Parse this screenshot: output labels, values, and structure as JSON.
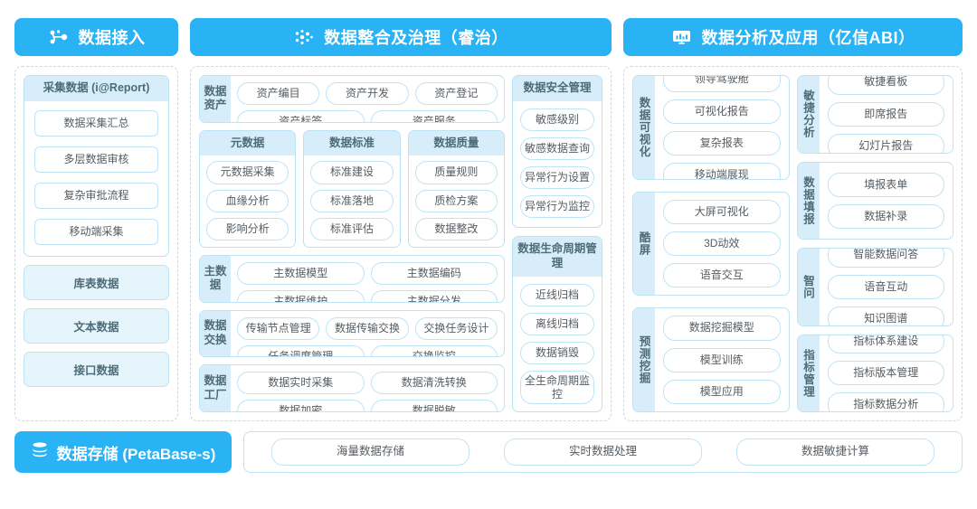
{
  "headers": [
    {
      "icon": "nodes-network-icon",
      "title": "数据接入"
    },
    {
      "icon": "data-particles-icon",
      "title": "数据整合及治理（睿治）"
    },
    {
      "icon": "monitor-chart-icon",
      "title": "数据分析及应用（亿信ABI）"
    }
  ],
  "col1": {
    "collect_card": {
      "title": "采集数据 (i@Report)",
      "items": [
        "数据采集汇总",
        "多层数据审核",
        "复杂审批流程",
        "移动端采集"
      ]
    },
    "sources": [
      "库表数据",
      "文本数据",
      "接口数据"
    ]
  },
  "col2": {
    "groups": [
      {
        "label": "数据资产",
        "rows": [
          [
            "资产编目",
            "资产开发",
            "资产登记"
          ],
          [
            "资产标签",
            "资产服务"
          ]
        ]
      },
      {
        "label": "主数据",
        "rows": [
          [
            "主数据模型",
            "主数据编码"
          ],
          [
            "主数据维护",
            "主数据分发"
          ]
        ]
      },
      {
        "label": "数据交换",
        "rows": [
          [
            "传输节点管理",
            "数据传输交换",
            "交换任务设计"
          ],
          [
            "任务调度管理",
            "交换监控"
          ]
        ]
      },
      {
        "label": "数据工厂",
        "rows": [
          [
            "数据实时采集",
            "数据清洗转换"
          ],
          [
            "数据加密",
            "数据脱敏"
          ]
        ]
      }
    ],
    "triple": [
      {
        "title": "元数据",
        "items": [
          "元数据采集",
          "血缘分析",
          "影响分析"
        ]
      },
      {
        "title": "数据标准",
        "items": [
          "标准建设",
          "标准落地",
          "标准评估"
        ]
      },
      {
        "title": "数据质量",
        "items": [
          "质量规则",
          "质检方案",
          "数据整改"
        ]
      }
    ],
    "security": {
      "title": "数据安全管理",
      "items": [
        "敏感级别",
        "敏感数据查询",
        "异常行为设置",
        "异常行为监控"
      ]
    },
    "lifecycle": {
      "title": "数据生命周期管理",
      "items": [
        "近线归档",
        "离线归档",
        "数据销毁",
        "全生命周期监控"
      ]
    }
  },
  "col3": {
    "left": [
      {
        "label": "数据可视化",
        "items": [
          "领导驾驶舱",
          "可视化报告",
          "复杂报表",
          "移动端展现"
        ]
      },
      {
        "label": "酷屏",
        "items": [
          "大屏可视化",
          "3D动效",
          "语音交互"
        ]
      },
      {
        "label": "预测挖掘",
        "items": [
          "数据挖掘模型",
          "模型训练",
          "模型应用"
        ]
      }
    ],
    "right": [
      {
        "label": "敏捷分析",
        "items": [
          "敏捷看板",
          "即席报告",
          "幻灯片报告"
        ]
      },
      {
        "label": "数据填报",
        "items": [
          "填报表单",
          "数据补录"
        ]
      },
      {
        "label": "智问",
        "items": [
          "智能数据问答",
          "语音互动",
          "知识图谱"
        ]
      },
      {
        "label": "指标管理",
        "items": [
          "指标体系建设",
          "指标版本管理",
          "指标数据分析"
        ]
      }
    ]
  },
  "bottom": {
    "icon": "database-stack-icon",
    "title": "数据存储 (PetaBase-s)",
    "items": [
      "海量数据存储",
      "实时数据处理",
      "数据敏捷计算"
    ]
  },
  "colors": {
    "brand": "#29b2f4",
    "card_header": "#d7eefa",
    "pill_border": "#bfe4f6",
    "panel_border": "#cfd6dd"
  }
}
